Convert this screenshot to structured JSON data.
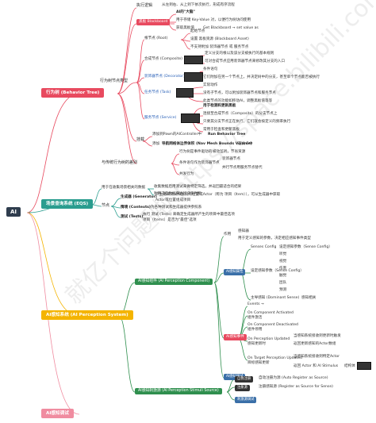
{
  "root": "AI",
  "watermark": "就亿个问题啦 https://space.bilibili.com/21077855",
  "behavior_tree": {
    "label": "行为树 (Behavior Tree)",
    "exec_logic": {
      "label": "执行逻辑",
      "desc": "从左到右、从上到下依次执行，形成有序流程"
    },
    "blackboard": {
      "label": "黑板 Blackboard",
      "item1": "AI的\"大脑\"",
      "item2": "用于存储 Key-Value 对，以便行为树访问使用",
      "item3": "获取黑板值",
      "item3b": "Get Blackboard → set value as"
    },
    "node_types": {
      "label": "行为树节点类型",
      "root": {
        "label": "根节点 (Root)",
        "n1": "起始节点",
        "n2": "设置 黑板资源 (Blackboard Asset)",
        "n3": "不支持附加 装饰器节点 或 服务节点"
      },
      "composite": {
        "label": "合成节点 (Composite)",
        "n1": "定义分支的根以及该分支被执行的基本规则",
        "n2": "可对合成节点应用装饰器节点来修改其分支的入口"
      },
      "decorator": {
        "label": "装饰器节点 (Decorator)",
        "n1": "条件语句",
        "n2": "它们附加在另一个节点上，并决定树中的分支，甚至单个节点能否被执行"
      },
      "task": {
        "label": "任务节点 (Task)",
        "n1": "实际动作",
        "n2": "没有子节点，可以附加装饰器节点和服务节点",
        "n3": "此类节点的功能如移动AI，调整黑板值等等"
      },
      "service": {
        "label": "服务节点 (Service)",
        "n1": "用于检测和更新黑板",
        "n2": "连接至合成节点（Composite）的分支节点上",
        "n3": "只要其分支节点正在执行，它们就会按定义的频率执行",
        "n4": "常用于检查和更新黑板"
      }
    },
    "mount": {
      "label": "挂载",
      "n1": "添加到Pawn的AIController中",
      "n1b": "Run Behavior Tree",
      "n2": "添加",
      "n2b": "导航网格体边界体积 (Nav Mesh Bounds Volume)",
      "n2c": "在关卡中"
    },
    "compare": {
      "label": "与传统行为树的差别",
      "n1": "行为树是事件驱动的",
      "n1b": "被动监听，节省资源",
      "n2": "条件语句作为装饰器节点",
      "n2b": "装饰器节点",
      "n3": "并行节点用服务节点替代",
      "n4": "并发行为"
    }
  },
  "eqs": {
    "label": "场景查询系统 (EQS)",
    "n1": "用于在收集场景相关的数据",
    "n1a": "收集数据后用测试来做特定筛选，并返回最适合的结果",
    "n1b": "利用这些数据来进行决策判断",
    "node": {
      "label": "节点",
      "generator": "生成器 (Generator)",
      "generator_desc": "产生用来测试和加权的位置或Actor（称为 项目（Item）），可从生成器中获取",
      "generator_desc2": "Actor或位置组成项目",
      "context": "情境 (Contexts)",
      "context_desc": "为各种测试和生成器提供参照系",
      "test": "测试 (Tests)",
      "test_desc": "执行 测试 (Tests) 来确定生成器所产生的项目中最佳选项",
      "test_desc2": "项目（Items）是否为\"最佳\"选项"
    }
  },
  "perception": {
    "label": "AI感知系统 (AI Perception System)",
    "component": {
      "label": "AI感知组件 (AI Perception Component)",
      "use1": "作用",
      "use1a": "感知器",
      "use1b": "用于定义感知的参数，决定相应感知事件类型",
      "props": "AI感知属性",
      "sense_cfg": "Senses Config",
      "sense_cfg_desc": "设定感知参数（Sense Config）",
      "senses": [
        "听觉",
        "视觉",
        "伤害",
        "触觉",
        "团队",
        "预测"
      ],
      "dominant": "主导感知 (Dominant Sense)",
      "dominant_desc": "感知相关",
      "events": "AI感知事件",
      "ev0": "Events →",
      "ev1": "On Component Activated",
      "ev1b": "组件激活",
      "ev2": "On Component Deactivated",
      "ev2b": "组件停用",
      "ev3": "On Perception Updated",
      "ev3b": "感知更新时",
      "ev3c": "当感知系统接收到更新时触发",
      "ev3d": "返回更新感知的Actor数组",
      "ev4": "On Target Perception Updated",
      "ev4b": "目标感知更新",
      "ev4c": "当感知系统接收到特定Actor",
      "ev4d": "返回 Actor 和 AI Stimulus",
      "ev4e": "结构体",
      "debug": "AI感知调试"
    },
    "source": {
      "label": "AI感知刺激源 (AI Perception Stimuli Source)",
      "self_reg": "自我注册",
      "self_reg_desc": "自动注册为源 (Auto Register as Source)",
      "reg_src": "注册源",
      "reg_src_desc": "注册感知源 (Register as Source for Sense)",
      "debug": "刺激源调试"
    }
  },
  "debug": {
    "label": "AI感知调试"
  }
}
